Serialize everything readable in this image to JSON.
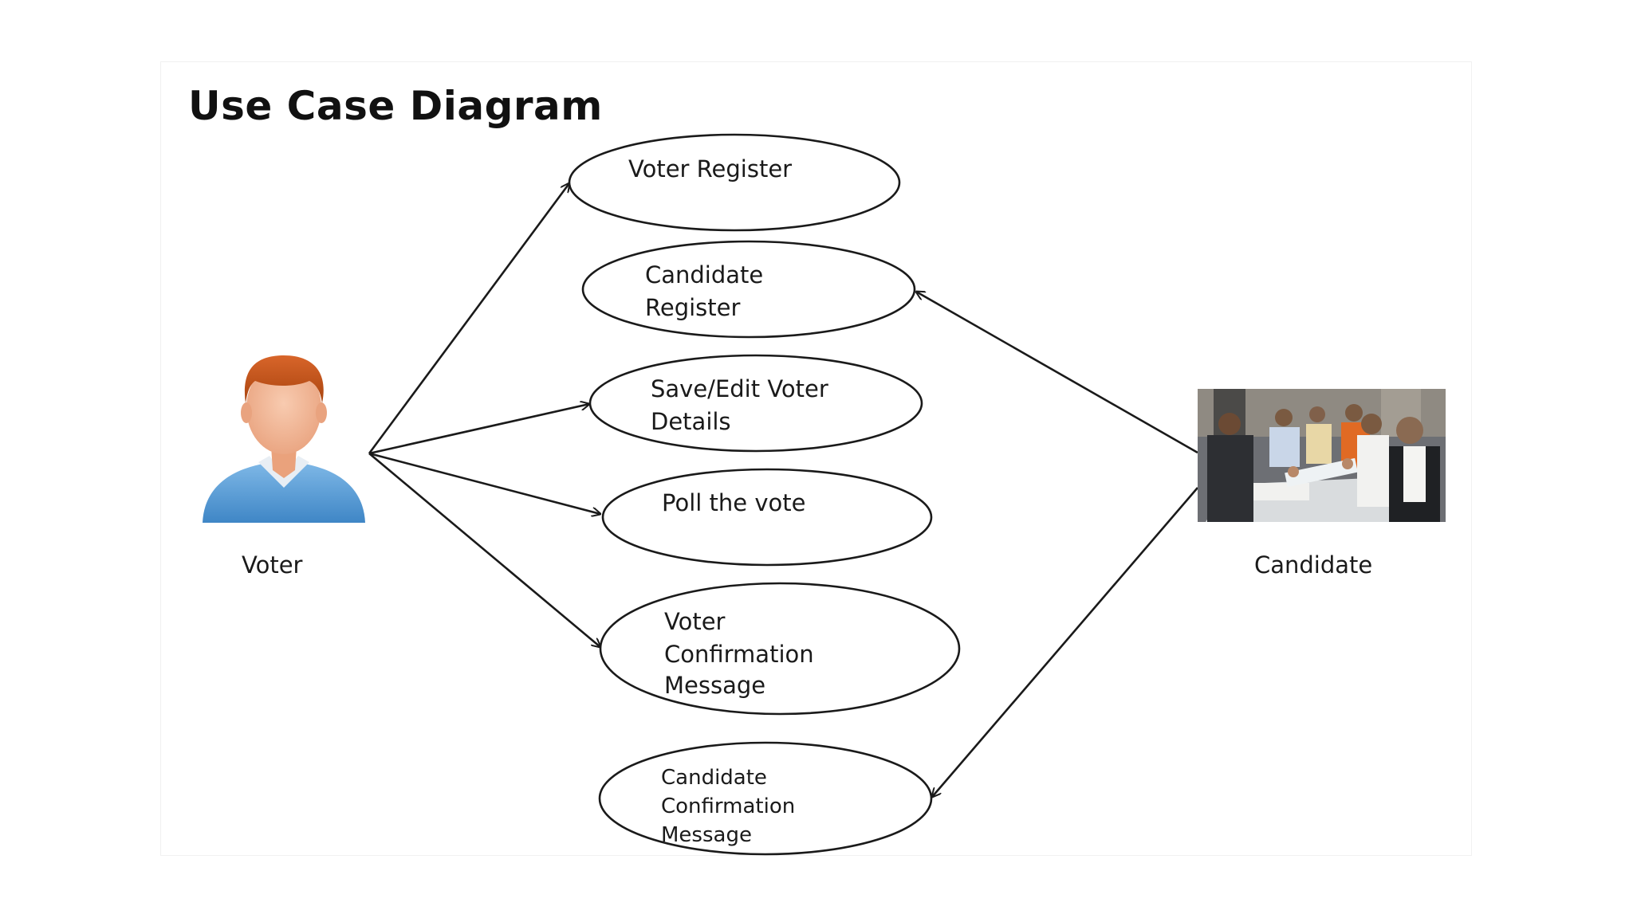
{
  "title": "Use Case Diagram",
  "actors": {
    "voter": {
      "label": "Voter",
      "icon": "person-icon"
    },
    "candidate": {
      "label": "Candidate",
      "icon": "candidate-photo"
    }
  },
  "use_cases": [
    {
      "id": "voter-register",
      "lines": [
        "Voter Register"
      ]
    },
    {
      "id": "candidate-register",
      "lines": [
        "Candidate",
        "Register"
      ]
    },
    {
      "id": "save-edit-voter-details",
      "lines": [
        "Save/Edit Voter",
        "Details"
      ]
    },
    {
      "id": "poll-the-vote",
      "lines": [
        "Poll the vote"
      ]
    },
    {
      "id": "voter-confirmation-message",
      "lines": [
        "Voter",
        "Confirmation",
        "Message"
      ]
    },
    {
      "id": "candidate-confirmation-message",
      "lines": [
        "Candidate",
        "Confirmation",
        "Message"
      ]
    }
  ],
  "colors": {
    "line": "#1a1a1a",
    "skin": "#f2b896",
    "hair": "#c8541c",
    "shirt": "#5ca0d8"
  }
}
